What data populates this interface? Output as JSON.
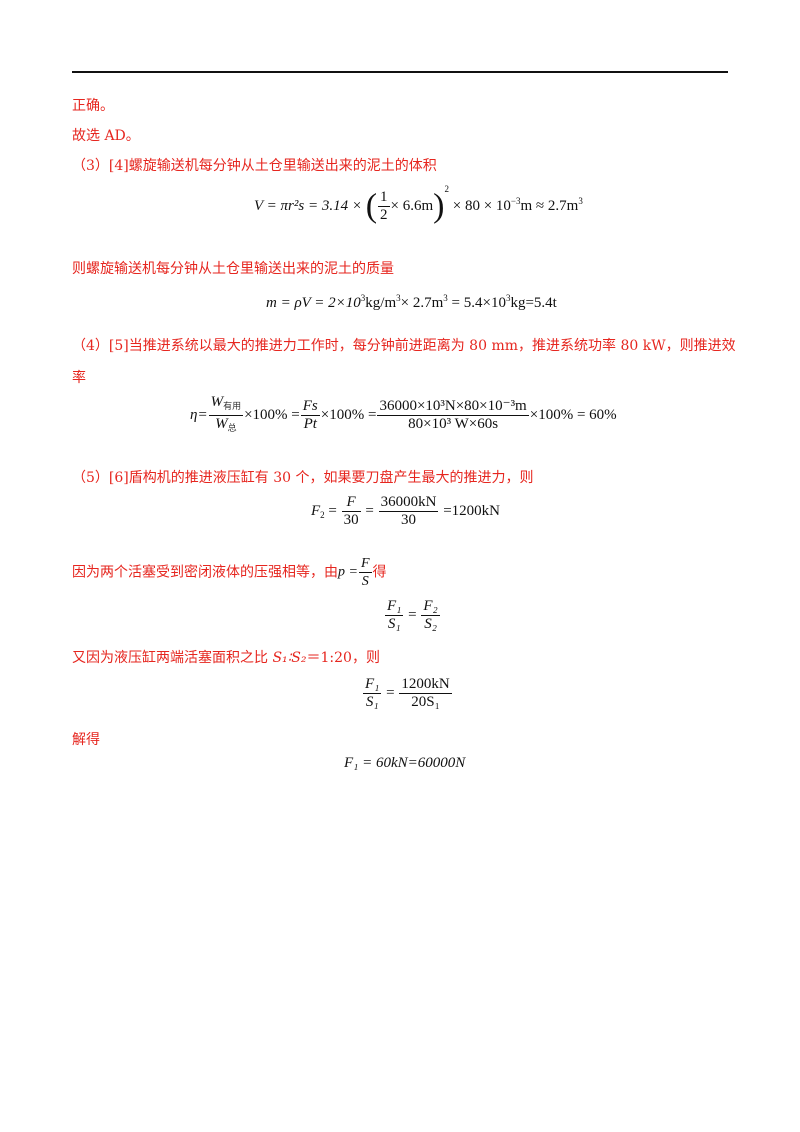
{
  "lines": {
    "l1": "正确。",
    "l2": "故选 AD。",
    "l3": "（3）[4]螺旋输送机每分钟从土仓里输送出来的泥土的体积",
    "l4": "则螺旋输送机每分钟从土仓里输送出来的泥土的质量",
    "l5": "（4）[5]当推进系统以最大的推进力工作时，每分钟前进距离为 80 mm，推进系统功率 80 kW，则推进效",
    "l5b": "率",
    "l6": "（5）[6]盾构机的推进液压缸有 30 个，如果要刀盘产生最大的推进力，则",
    "l7a": "因为两个活塞受到密闭液体的压强相等，由",
    "l7b": "得",
    "l8a": "又因为液压缸两端活塞面积之比 ",
    "l8b": "S₁∶S₂",
    "l8c": "＝1:20，则",
    "l9": "解得"
  },
  "equations": {
    "volume": {
      "lhs": "V = πr²s = 3.14 ×",
      "frac_num": "1",
      "frac_den": "2",
      "inner": "× 6.6m",
      "outer_exp": "2",
      "rest": "× 80 × 10",
      "rest_exp": "−3",
      "rest2": "m ≈ 2.7m",
      "rest2_exp": "3"
    },
    "mass": {
      "text1": "m = ρV = 2×10",
      "exp1": "3",
      "text2": "kg/m",
      "exp2": "3",
      "text3": "× 2.7m",
      "exp3": "3",
      "text4": " = 5.4×10",
      "exp4": "3",
      "text5": "kg",
      "text6": "=5.4t"
    },
    "efficiency": {
      "eta": "η=",
      "w_useful_num": "W",
      "useful_sub": "有用",
      "w_total": "W",
      "total_sub": "总",
      "pct1": "×100% =",
      "fs": "Fs",
      "pt": "Pt",
      "pct2": "×100% =",
      "big_num": "36000×10³N×80×10⁻³m",
      "big_den": "80×10³ W×60s",
      "pct3": "×100% = 60%"
    },
    "f2": {
      "lhs": "F",
      "lhs_sub": "2",
      "eq1": "=",
      "num1": "F",
      "den1": "30",
      "eq2": "=",
      "num2": "36000kN",
      "den2": "30",
      "rhs": "=1200kN"
    },
    "pressure": {
      "p": "p =",
      "num": "F",
      "den": "S"
    },
    "ratio": {
      "n1": "F₁",
      "d1": "S₁",
      "n2": "F₂",
      "d2": "S₂",
      "eq": "="
    },
    "ratio2": {
      "n1": "F₁",
      "d1": "S₁",
      "eq": "=",
      "n2": "1200kN",
      "d2": "20S₁"
    },
    "result": {
      "text": "F₁ = 60kN=60000N"
    }
  }
}
